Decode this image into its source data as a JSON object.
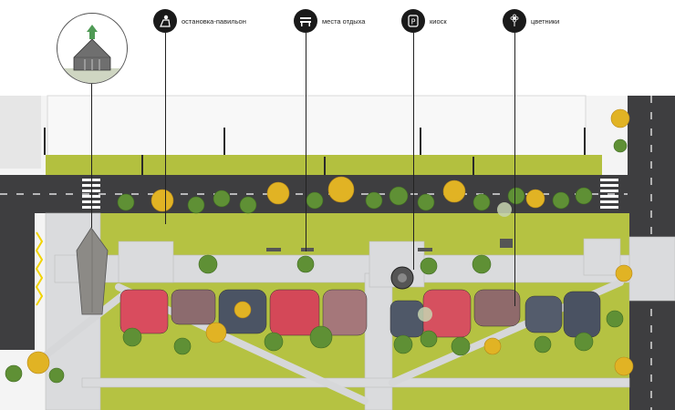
{
  "legend": [
    {
      "id": "pavilion",
      "label": "остановка-павильон",
      "icon": "bus-stop-person-icon"
    },
    {
      "id": "benches",
      "label": "места отдыха",
      "icon": "bench-icon"
    },
    {
      "id": "kiosk",
      "label": "киоск",
      "icon": "kiosk-icon"
    },
    {
      "id": "flowerbeds",
      "label": "цветники",
      "icon": "flower-icon"
    }
  ],
  "colors": {
    "road": "#3d3d3f",
    "pavement": "#d9dadc",
    "lawn": "#b2c13c",
    "legend_icon": "#1a1a1a",
    "tree_yellow": "#e2b322",
    "tree_green": "#5f8f34"
  }
}
